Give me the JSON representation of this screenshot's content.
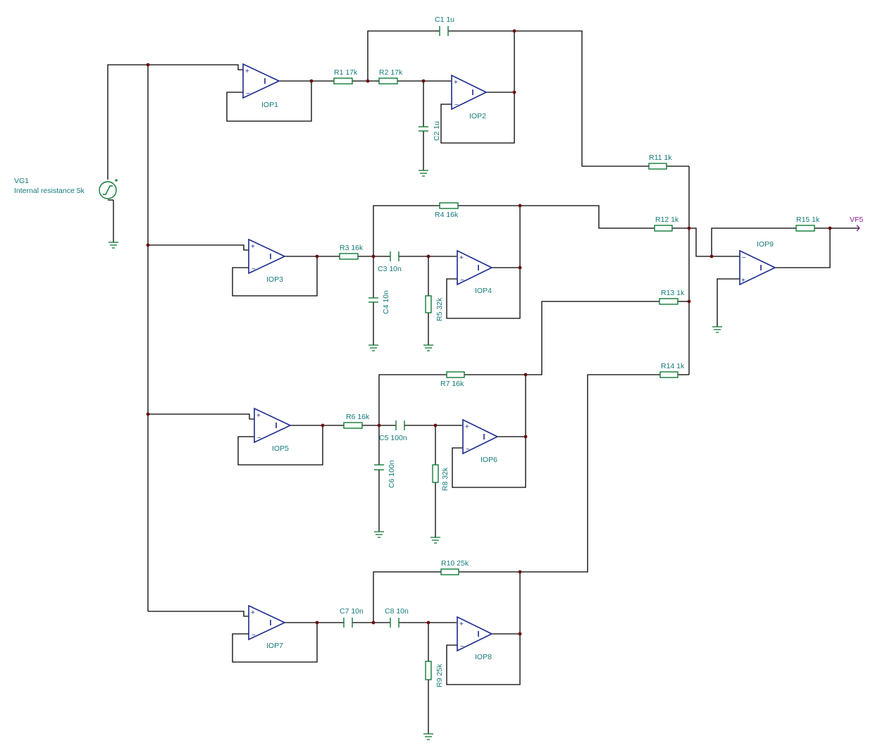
{
  "source": {
    "name": "VG1",
    "note": "Internal resistance 5k"
  },
  "output": {
    "name": "VF5"
  },
  "opamps": [
    "IOP1",
    "IOP2",
    "IOP3",
    "IOP4",
    "IOP5",
    "IOP6",
    "IOP7",
    "IOP8",
    "IOP9"
  ],
  "resistors": {
    "R1": "R1 17k",
    "R2": "R2 17k",
    "R3": "R3 16k",
    "R4": "R4 16k",
    "R5": "R5 32k",
    "R6": "R6 16k",
    "R7": "R7 16k",
    "R8": "R8 32k",
    "R9": "R9 25k",
    "R10": "R10 25k",
    "R11": "R11 1k",
    "R12": "R12 1k",
    "R13": "R13 1k",
    "R14": "R14 1k",
    "R15": "R15 1k"
  },
  "capacitors": {
    "C1": "C1 1u",
    "C2": "C2 1u",
    "C3": "C3 10n",
    "C4": "C4 10n",
    "C5": "C5 100n",
    "C6": "C6 100n",
    "C7": "C7 10n",
    "C8": "C8 10n"
  },
  "colors": {
    "wire": "#000000",
    "component": "#0f7a35",
    "opamp": "#1b2a8c",
    "label": "#147a7a",
    "output_label": "#8a1b8a",
    "junction": "#6b0f0f"
  }
}
